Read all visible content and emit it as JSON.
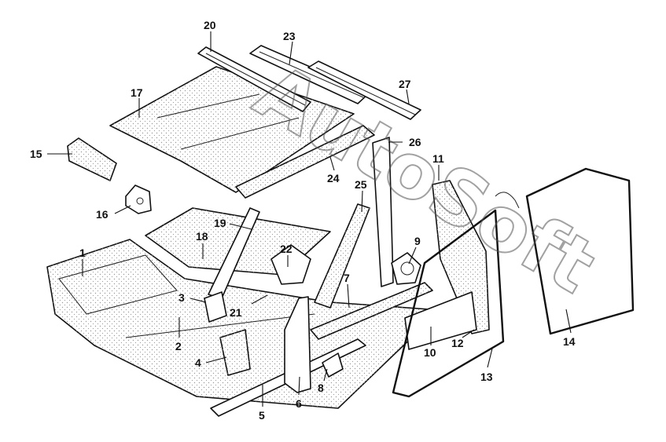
{
  "watermark": "AutoSoft",
  "callouts": [
    {
      "id": "c1",
      "label": "1"
    },
    {
      "id": "c2",
      "label": "2"
    },
    {
      "id": "c3",
      "label": "3"
    },
    {
      "id": "c4",
      "label": "4"
    },
    {
      "id": "c5",
      "label": "5"
    },
    {
      "id": "c6",
      "label": "6"
    },
    {
      "id": "c7",
      "label": "7"
    },
    {
      "id": "c8",
      "label": "8"
    },
    {
      "id": "c9",
      "label": "9"
    },
    {
      "id": "c10",
      "label": "10"
    },
    {
      "id": "c11",
      "label": "11"
    },
    {
      "id": "c12",
      "label": "12"
    },
    {
      "id": "c13",
      "label": "13"
    },
    {
      "id": "c14",
      "label": "14"
    },
    {
      "id": "c15",
      "label": "15"
    },
    {
      "id": "c16",
      "label": "16"
    },
    {
      "id": "c17",
      "label": "17"
    },
    {
      "id": "c18",
      "label": "18"
    },
    {
      "id": "c19",
      "label": "19"
    },
    {
      "id": "c20",
      "label": "20"
    },
    {
      "id": "c21",
      "label": "21"
    },
    {
      "id": "c22",
      "label": "22"
    },
    {
      "id": "c23",
      "label": "23"
    },
    {
      "id": "c24",
      "label": "24"
    },
    {
      "id": "c25",
      "label": "25"
    },
    {
      "id": "c26",
      "label": "26"
    },
    {
      "id": "c27",
      "label": "27"
    }
  ]
}
